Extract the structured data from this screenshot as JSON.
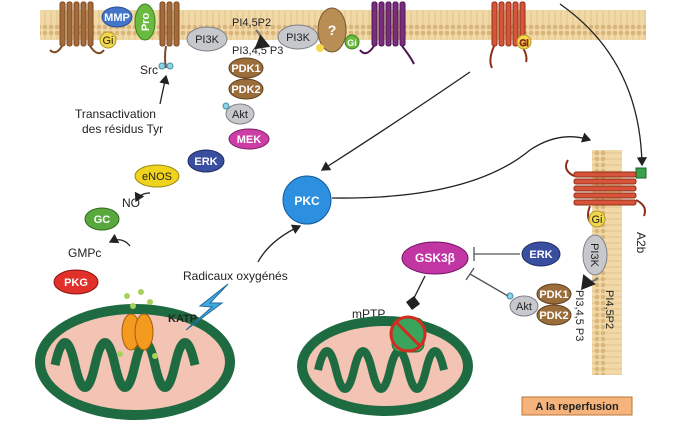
{
  "colors": {
    "membrane": "#f0d9a7",
    "membrane_edge": "#c8a266",
    "receptor_brown": "#a36b3a",
    "receptor_purple": "#7a2d7d",
    "receptor_red": "#d7543a",
    "mmp": "#4475c8",
    "pro": "#6aba3f",
    "gi": "#f2d84a",
    "pi3k": "#c6c8cc",
    "pdk": "#9b6d3a",
    "akt": "#c6c8cc",
    "mek": "#cc3ea6",
    "erk": "#3a4e9f",
    "enos": "#f0d31d",
    "gc": "#58a83e",
    "pkg": "#e2302b",
    "pkc": "#2d8fe0",
    "gsk": "#c136a3",
    "mito_outer": "#1f6b41",
    "mito_inner": "#f3c3b3",
    "katp": "#f39a1f",
    "ros": "#41a9e0",
    "reperfusion_box": "#f6b47c"
  },
  "top_membrane": {
    "mmp": "MMP",
    "pro": "Pro",
    "gi_left": "Gi",
    "pi3k_1": "PI3K",
    "pi45p2": "PI4,5P2",
    "pi345p3": "PI3,4,5 P3",
    "pi3k_2": "PI3K",
    "question": "?",
    "gi_right": "Gi",
    "gi_far": "Gi"
  },
  "left_column": {
    "src": "Src",
    "transactivation_1": "Transactivation",
    "transactivation_2": "des résidus Tyr",
    "pdk1": "PDK1",
    "pdk2": "PDK2",
    "akt": "Akt",
    "mek": "MEK",
    "erk": "ERK",
    "enos": "eNOS",
    "no": "NO",
    "gc": "GC",
    "gmpc": "GMPc",
    "pkg": "PKG"
  },
  "center": {
    "pkc": "PKC",
    "radicaux": "Radicaux oxygénés",
    "katp": "KATP"
  },
  "right": {
    "gsk": "GSK3β",
    "erk": "ERK",
    "mptp": "mPTP",
    "gi": "Gi",
    "pi3k": "PI3K",
    "pi45p2": "PI4,5P2",
    "pi345p3": "PI3,4,5 P3",
    "pdk1": "PDK1",
    "pdk2": "PDK2",
    "akt": "Akt",
    "a2b": "A2b",
    "reperfusion": "A la reperfusion"
  }
}
